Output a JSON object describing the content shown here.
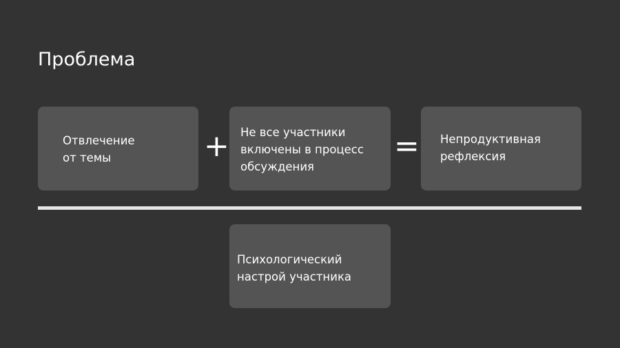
{
  "slide": {
    "title": "Проблема",
    "boxes": [
      {
        "text": "Отвлечение\nот темы"
      },
      {
        "text": "Не все участники\nвключены в процесс\nобсуждения"
      },
      {
        "text": "Непродуктивная\nрефлексия"
      },
      {
        "text": "Психологический\nнастрой участника"
      }
    ],
    "operators": {
      "plus": "+",
      "equals": "="
    }
  }
}
